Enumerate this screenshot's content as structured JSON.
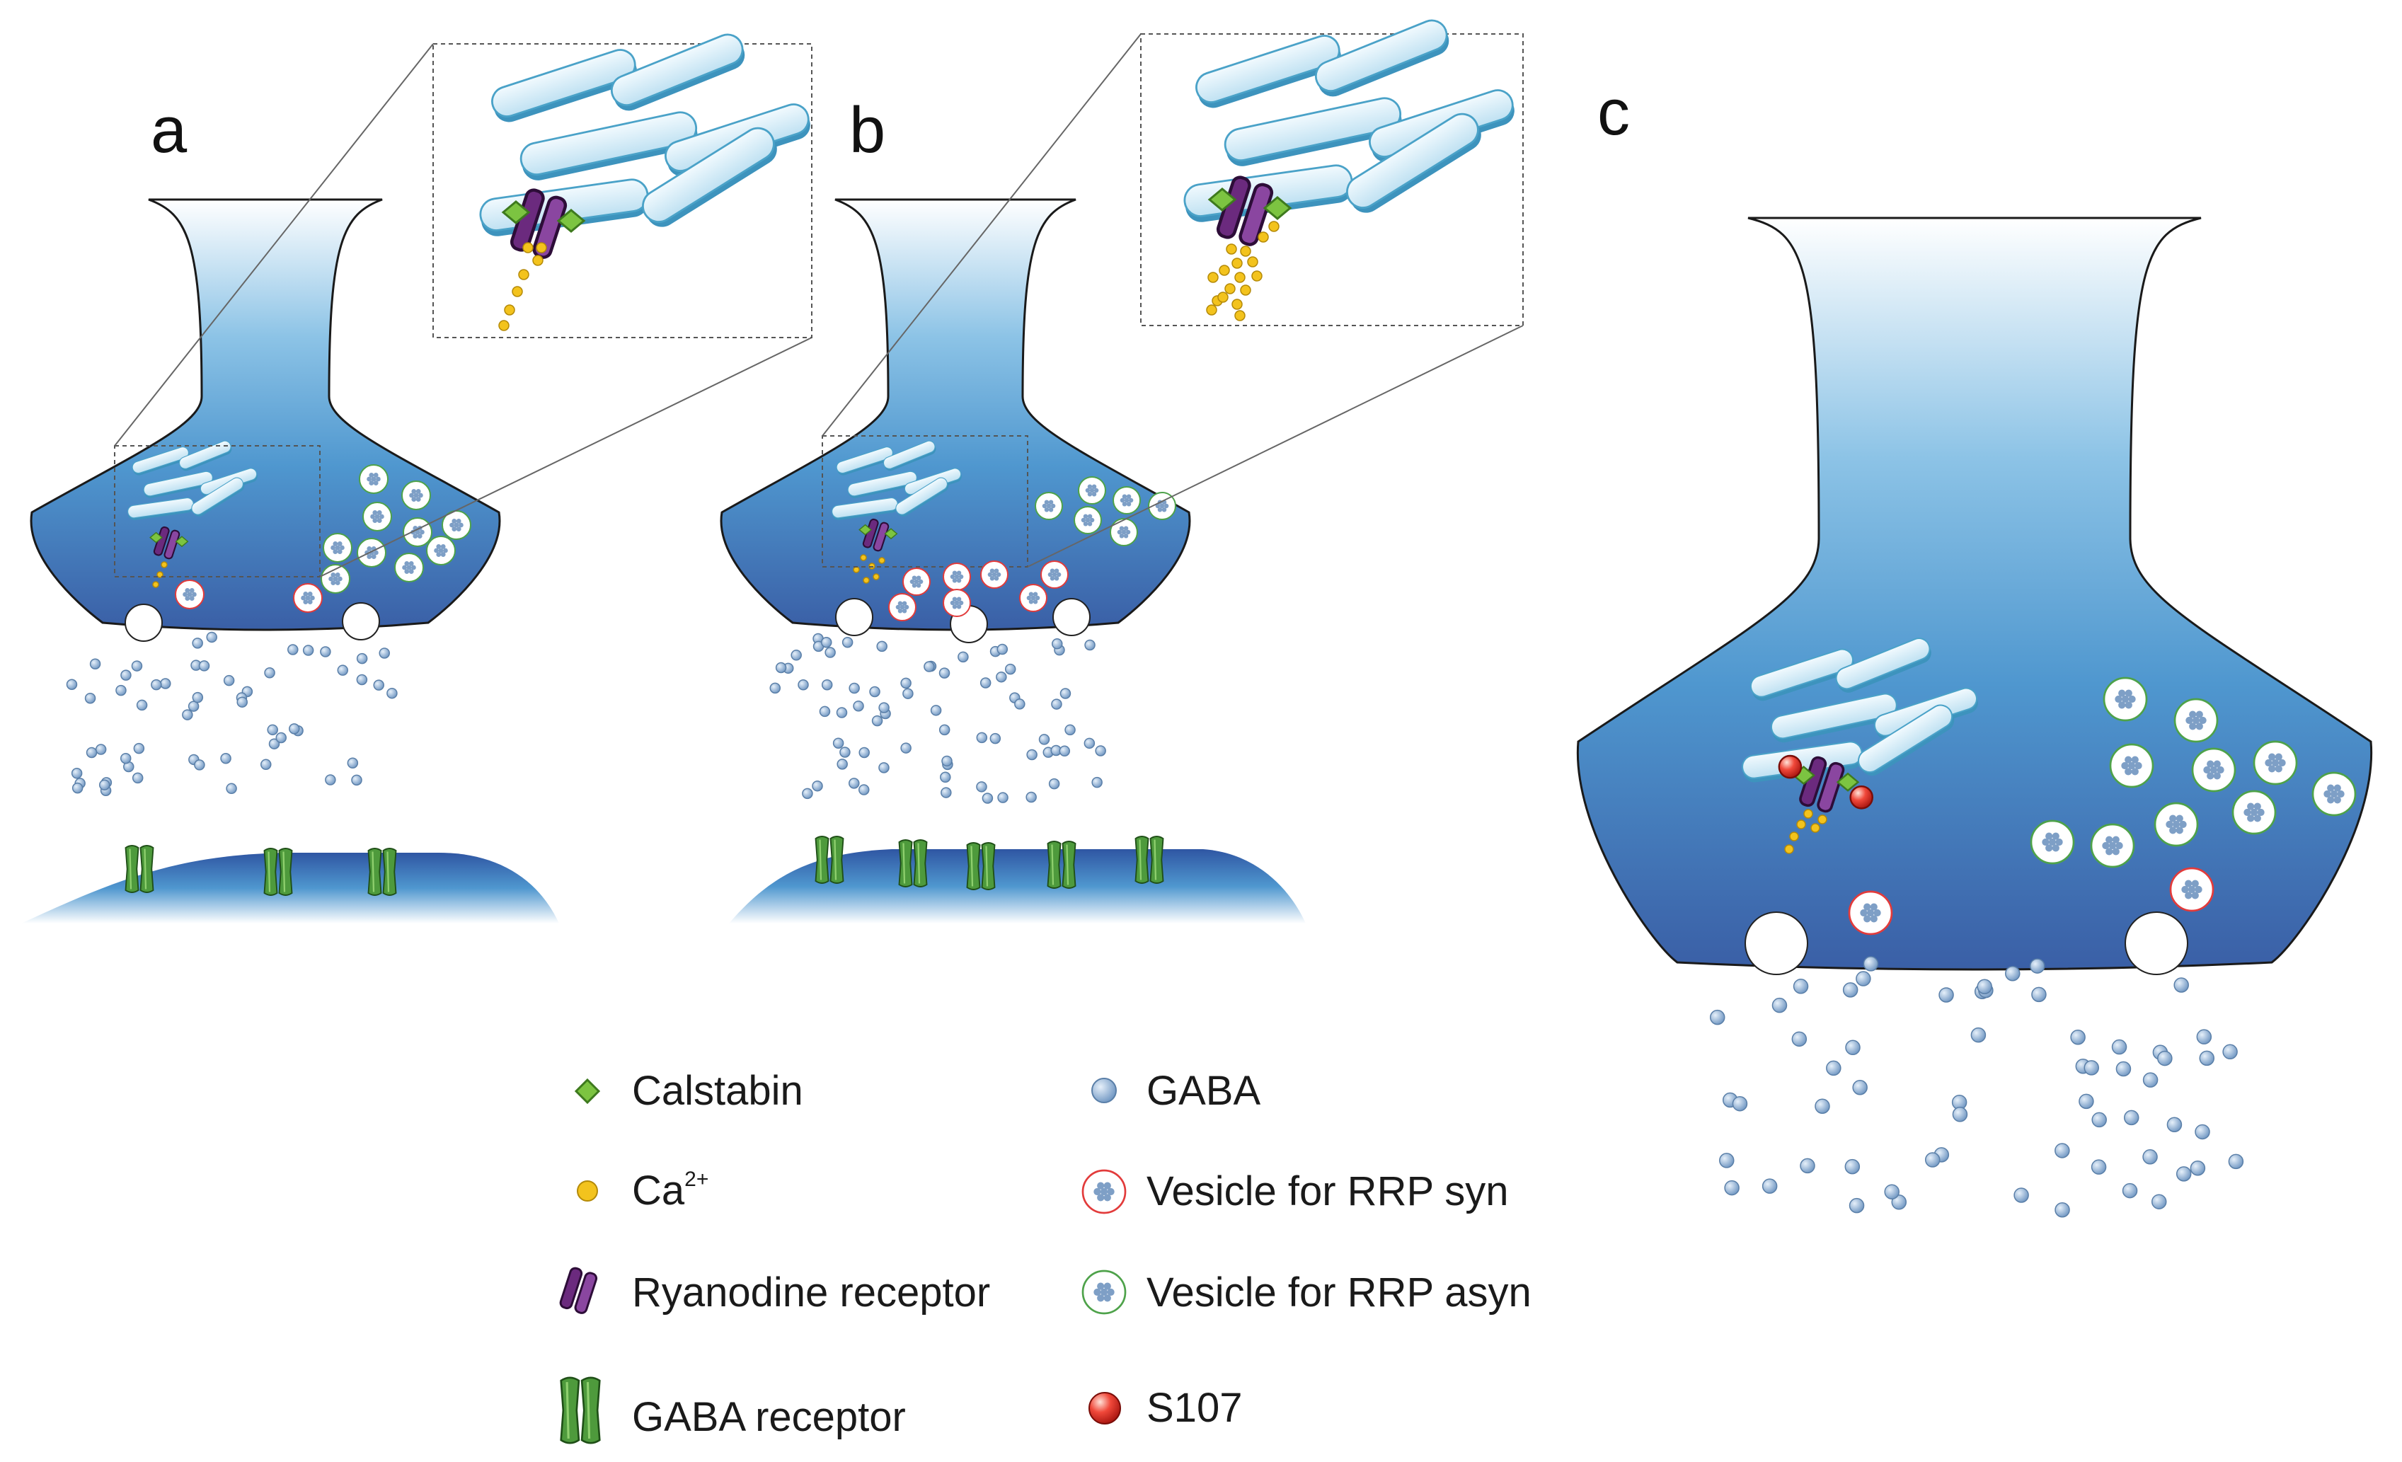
{
  "panels": [
    {
      "letter": "a"
    },
    {
      "letter": "b"
    },
    {
      "letter": "c"
    }
  ],
  "legend": {
    "calstabin": "Calstabin",
    "calcium": "Ca",
    "calcium_charge": "2+",
    "ryanodine": "Ryanodine receptor",
    "gaba_receptor": "GABA receptor",
    "gaba": "GABA",
    "vesicle_syn": "Vesicle for RRP syn",
    "vesicle_asyn": "Vesicle for RRP asyn",
    "s107": "S107"
  },
  "colors": {
    "terminal_dark": "#3a62a8",
    "terminal_mid": "#4f97cf",
    "terminal_light": "#ffffff",
    "er_fill": "#d9eef8",
    "er_edge": "#4aa2c8",
    "gaba": "#8fb2d6",
    "calcium": "#f3c31d",
    "calstabin": "#7cc441",
    "ryanodine": "#6b2a7e",
    "gaba_receptor": "#4e9a3c",
    "syn_ring": "#e23b3b",
    "asyn_ring": "#4ea24a",
    "s107": "#e5322a"
  }
}
